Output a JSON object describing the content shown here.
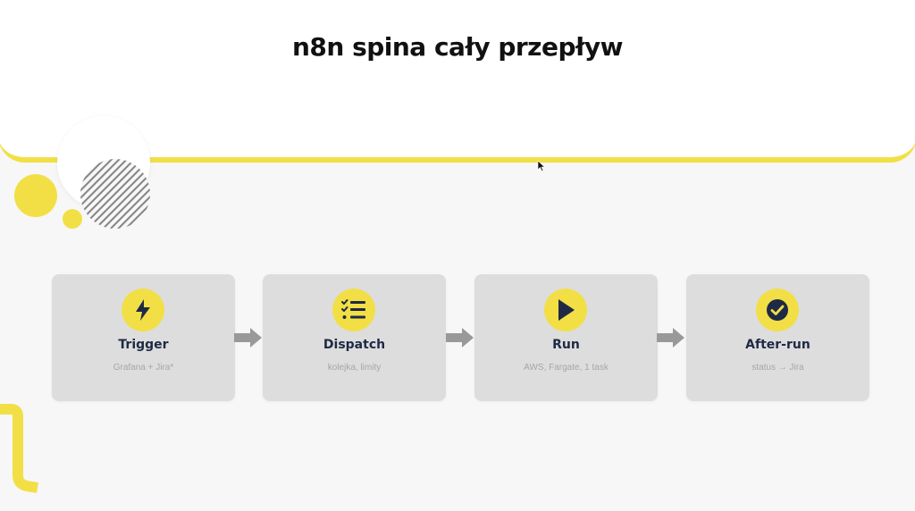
{
  "slide": {
    "title": "n8n spina cały przepływ"
  },
  "colors": {
    "accent_yellow": "#f2df45",
    "card_bg": "#dddddd",
    "icon_dark": "#1e2a45",
    "arrow": "#999999",
    "background": "#f7f7f7"
  },
  "steps": [
    {
      "icon": "lightning-icon",
      "title": "Trigger",
      "subtitle": "Grafana + Jira*"
    },
    {
      "icon": "checklist-icon",
      "title": "Dispatch",
      "subtitle": "kolejka, limity"
    },
    {
      "icon": "play-icon",
      "title": "Run",
      "subtitle": "AWS, Fargate, 1 task"
    },
    {
      "icon": "check-circle-icon",
      "title": "After-run",
      "subtitle": "status → Jira"
    }
  ]
}
